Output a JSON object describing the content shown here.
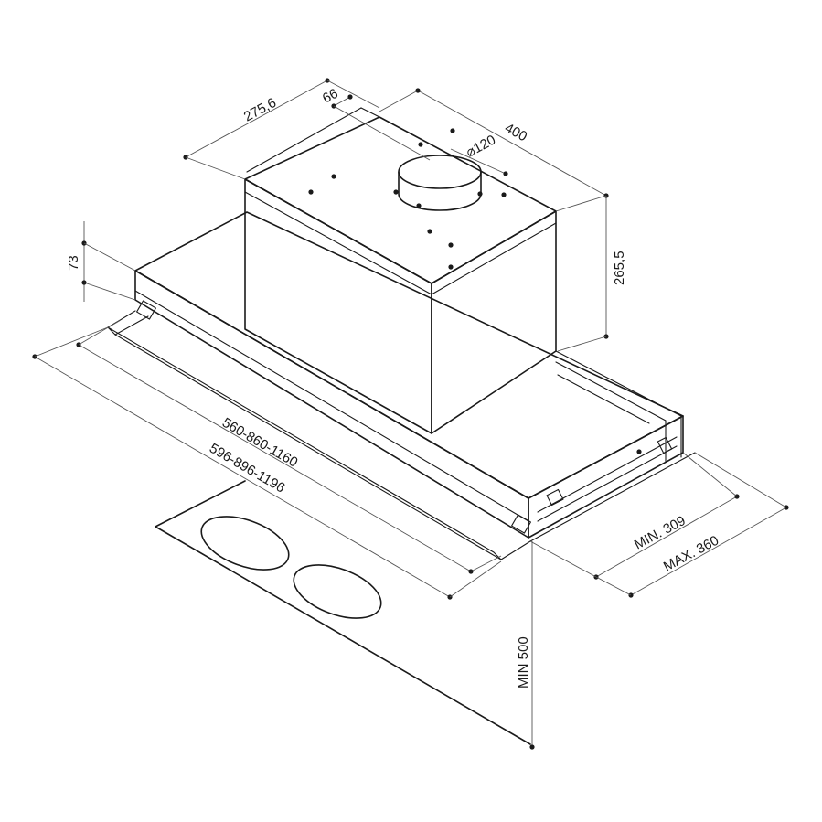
{
  "dimensions": {
    "depth_chimney": "275,6",
    "offset": "66",
    "outlet_diameter": "⌀120",
    "chimney_width": "400",
    "chimney_height": "265,5",
    "canopy_height": "73",
    "width_inner": "560-860-1160",
    "width_outer": "596-896-1196",
    "depth_min": "MIN. 309",
    "depth_max": "MAX. 360",
    "min_height_above_hob": "MIN 500"
  },
  "colors": {
    "line": "#1a1a1a",
    "dimension": "#555555",
    "background": "#ffffff"
  }
}
